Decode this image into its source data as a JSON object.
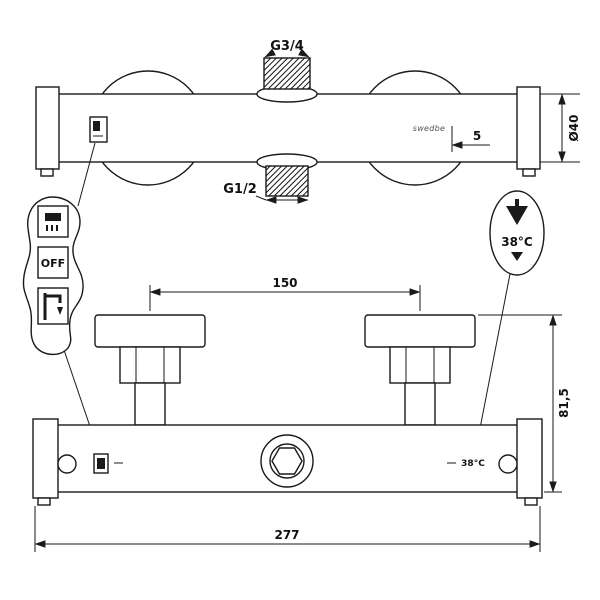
{
  "page": {
    "background": "#ffffff",
    "line_color": "#1a1a1a"
  },
  "labels": {
    "thread_top": "G3/4",
    "thread_bottom": "G1/2",
    "diameter": "Ø40",
    "gap": "5",
    "brand": "swedbe",
    "hole_spacing": "150",
    "depth": "81,5",
    "overall_width": "277",
    "temp_callout": "38°C",
    "temp_marking": "38°C",
    "mode_off": "OFF"
  },
  "icons": {
    "shower_mode": "shower-mode-icon",
    "spout_mode": "tub-spout-icon",
    "temperature_cone": "temperature-cone-icon"
  }
}
